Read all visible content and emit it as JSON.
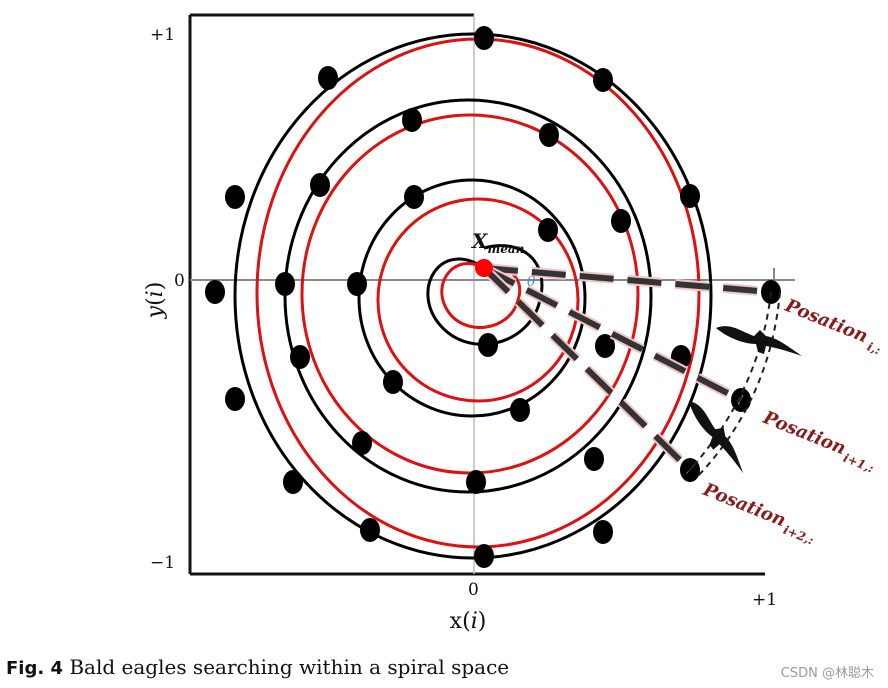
{
  "figure": {
    "y_axis": {
      "label_var": "y",
      "label_arg": "i",
      "ticks": [
        "+1",
        "0",
        "−1"
      ]
    },
    "x_axis": {
      "label_var": "x",
      "label_arg": "i",
      "ticks": [
        "0",
        "+1"
      ]
    },
    "center_label": {
      "base": "X",
      "sub": "mean"
    },
    "theta_symbol": "θ",
    "positions": [
      {
        "base": "Posation",
        "sub": "i,:"
      },
      {
        "base": "Posation",
        "sub": "i+1,:"
      },
      {
        "base": "Posation",
        "sub": "i+2,:"
      }
    ],
    "colors": {
      "black_ring": "#000000",
      "red_ring": "#dd1111",
      "center_dot": "#ff0000",
      "label_red": "#8b1a1a",
      "theta_blue": "#5b7fd6"
    },
    "icons": [
      "eagle-icon",
      "eagle-icon"
    ]
  },
  "caption": {
    "fig_label": "Fig. 4",
    "text": " Bald eagles searching within a spiral space"
  },
  "watermark": "CSDN @林聪木"
}
